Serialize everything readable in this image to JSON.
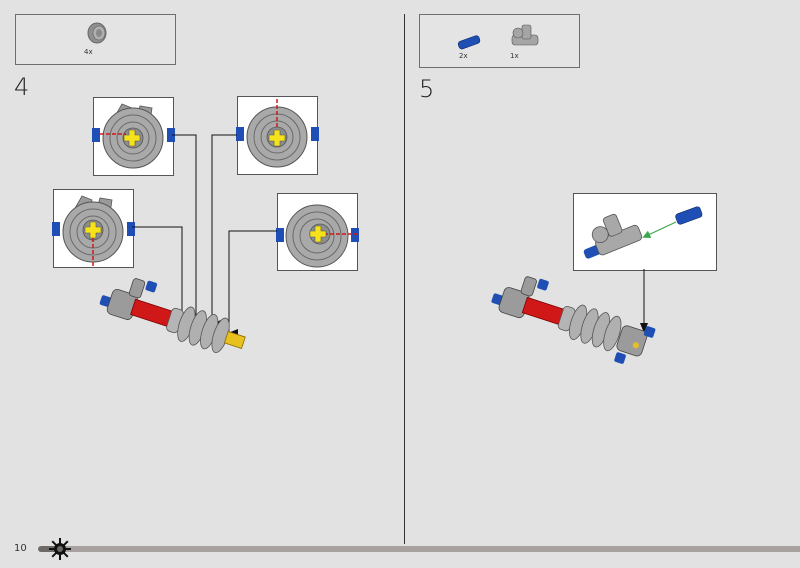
{
  "page": {
    "page_number": "10",
    "progress_icon": "gear-icon"
  },
  "steps": [
    {
      "number": "4",
      "parts": [
        {
          "name": "spring-disc",
          "quantity": "4x",
          "color": "#9b9b9b"
        }
      ],
      "callouts": [
        "spring-disc-view-1",
        "spring-disc-view-2",
        "spring-disc-view-3",
        "spring-disc-view-4"
      ]
    },
    {
      "number": "5",
      "parts": [
        {
          "name": "blue-axle-pin",
          "quantity": "2x",
          "color": "#1f4fb5"
        },
        {
          "name": "grey-connector",
          "quantity": "1x",
          "color": "#a5a5a5"
        }
      ],
      "callouts": [
        "connector-assembly-view"
      ]
    }
  ],
  "colors": {
    "background": "#e2e2e2",
    "blue": "#1f4fb5",
    "red": "#d01818",
    "yellow": "#f5e21b",
    "green_arrow": "#3aa84a",
    "grey_part": "#a8a8a8",
    "progress_bar": "#a7a29f"
  }
}
